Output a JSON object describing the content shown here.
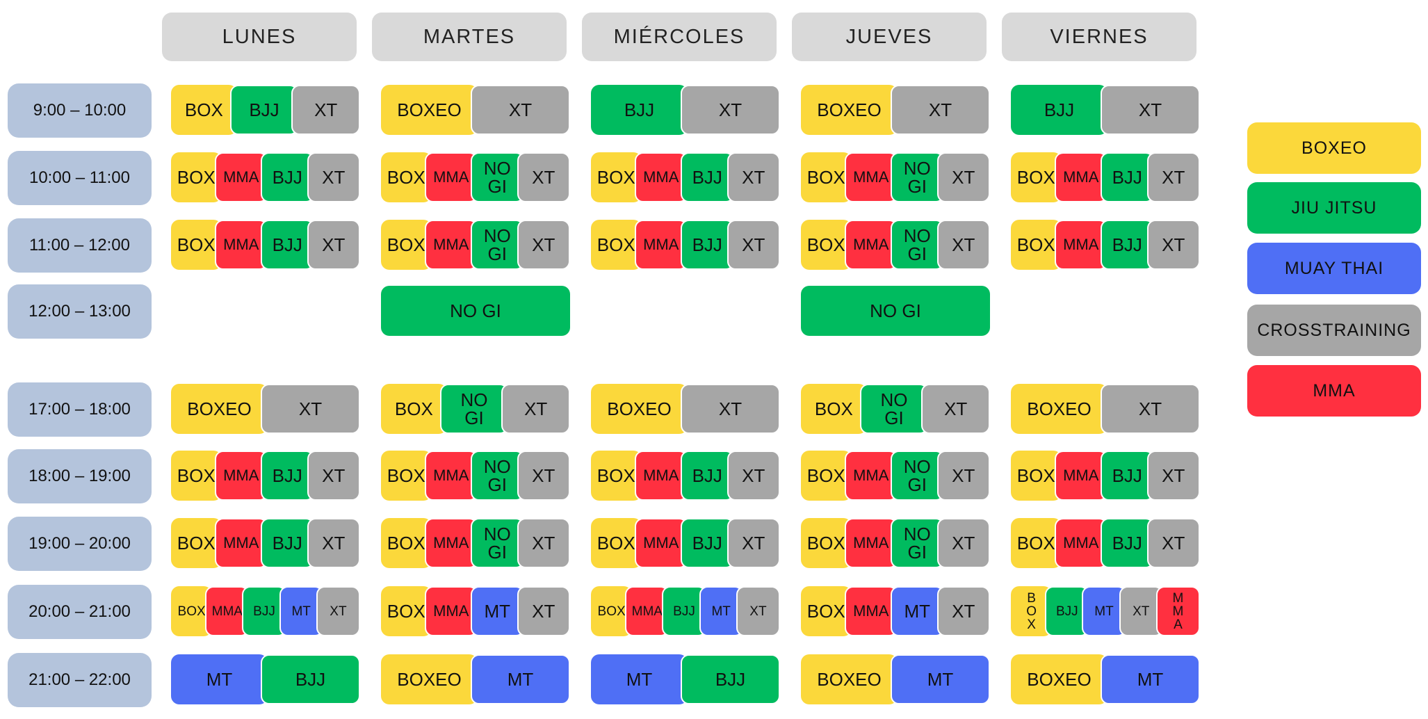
{
  "days": [
    "LUNES",
    "MARTES",
    "MIÉRCOLES",
    "JUEVES",
    "VIERNES"
  ],
  "times": [
    "9:00 – 10:00",
    "10:00 – 11:00",
    "11:00 – 12:00",
    "12:00 – 13:00",
    "17:00 – 18:00",
    "18:00 – 19:00",
    "19:00 – 20:00",
    "20:00 – 21:00",
    "21:00 – 22:00"
  ],
  "colors": {
    "BOX": "#fbd83b",
    "BJJ": "#00bb5f",
    "XT": "#a6a6a6",
    "MMA": "#ff3040",
    "MT": "#4f6ff5"
  },
  "legend": [
    {
      "label": "BOXEO",
      "color": "#fbd83b"
    },
    {
      "label": "JIU JITSU",
      "color": "#00bb5f"
    },
    {
      "label": "MUAY THAI",
      "color": "#4f6ff5"
    },
    {
      "label": "CROSSTRAINING",
      "color": "#a6a6a6"
    },
    {
      "label": "MMA",
      "color": "#ff3040"
    }
  ],
  "schedule": [
    [
      [
        {
          "t": "BOX",
          "c": "BOX"
        },
        {
          "t": "BJJ",
          "c": "BJJ"
        },
        {
          "t": "XT",
          "c": "XT"
        }
      ],
      [
        {
          "t": "BOXEO",
          "c": "BOX"
        },
        {
          "t": "XT",
          "c": "XT"
        }
      ],
      [
        {
          "t": "BJJ",
          "c": "BJJ"
        },
        {
          "t": "XT",
          "c": "XT"
        }
      ],
      [
        {
          "t": "BOXEO",
          "c": "BOX"
        },
        {
          "t": "XT",
          "c": "XT"
        }
      ],
      [
        {
          "t": "BJJ",
          "c": "BJJ"
        },
        {
          "t": "XT",
          "c": "XT"
        }
      ]
    ],
    [
      [
        {
          "t": "BOX",
          "c": "BOX"
        },
        {
          "t": "MMA",
          "c": "MMA"
        },
        {
          "t": "BJJ",
          "c": "BJJ"
        },
        {
          "t": "XT",
          "c": "XT"
        }
      ],
      [
        {
          "t": "BOX",
          "c": "BOX"
        },
        {
          "t": "MMA",
          "c": "MMA"
        },
        {
          "t": "NO\nGI",
          "c": "BJJ"
        },
        {
          "t": "XT",
          "c": "XT"
        }
      ],
      [
        {
          "t": "BOX",
          "c": "BOX"
        },
        {
          "t": "MMA",
          "c": "MMA"
        },
        {
          "t": "BJJ",
          "c": "BJJ"
        },
        {
          "t": "XT",
          "c": "XT"
        }
      ],
      [
        {
          "t": "BOX",
          "c": "BOX"
        },
        {
          "t": "MMA",
          "c": "MMA"
        },
        {
          "t": "NO\nGI",
          "c": "BJJ"
        },
        {
          "t": "XT",
          "c": "XT"
        }
      ],
      [
        {
          "t": "BOX",
          "c": "BOX"
        },
        {
          "t": "MMA",
          "c": "MMA"
        },
        {
          "t": "BJJ",
          "c": "BJJ"
        },
        {
          "t": "XT",
          "c": "XT"
        }
      ]
    ],
    [
      [
        {
          "t": "BOX",
          "c": "BOX"
        },
        {
          "t": "MMA",
          "c": "MMA"
        },
        {
          "t": "BJJ",
          "c": "BJJ"
        },
        {
          "t": "XT",
          "c": "XT"
        }
      ],
      [
        {
          "t": "BOX",
          "c": "BOX"
        },
        {
          "t": "MMA",
          "c": "MMA"
        },
        {
          "t": "NO\nGI",
          "c": "BJJ"
        },
        {
          "t": "XT",
          "c": "XT"
        }
      ],
      [
        {
          "t": "BOX",
          "c": "BOX"
        },
        {
          "t": "MMA",
          "c": "MMA"
        },
        {
          "t": "BJJ",
          "c": "BJJ"
        },
        {
          "t": "XT",
          "c": "XT"
        }
      ],
      [
        {
          "t": "BOX",
          "c": "BOX"
        },
        {
          "t": "MMA",
          "c": "MMA"
        },
        {
          "t": "NO\nGI",
          "c": "BJJ"
        },
        {
          "t": "XT",
          "c": "XT"
        }
      ],
      [
        {
          "t": "BOX",
          "c": "BOX"
        },
        {
          "t": "MMA",
          "c": "MMA"
        },
        {
          "t": "BJJ",
          "c": "BJJ"
        },
        {
          "t": "XT",
          "c": "XT"
        }
      ]
    ],
    [
      [],
      [
        {
          "t": "NO GI",
          "c": "BJJ"
        }
      ],
      [],
      [
        {
          "t": "NO GI",
          "c": "BJJ"
        }
      ],
      []
    ],
    [
      [
        {
          "t": "BOXEO",
          "c": "BOX"
        },
        {
          "t": "XT",
          "c": "XT"
        }
      ],
      [
        {
          "t": "BOX",
          "c": "BOX"
        },
        {
          "t": "NO\nGI",
          "c": "BJJ"
        },
        {
          "t": "XT",
          "c": "XT"
        }
      ],
      [
        {
          "t": "BOXEO",
          "c": "BOX"
        },
        {
          "t": "XT",
          "c": "XT"
        }
      ],
      [
        {
          "t": "BOX",
          "c": "BOX"
        },
        {
          "t": "NO\nGI",
          "c": "BJJ"
        },
        {
          "t": "XT",
          "c": "XT"
        }
      ],
      [
        {
          "t": "BOXEO",
          "c": "BOX"
        },
        {
          "t": "XT",
          "c": "XT"
        }
      ]
    ],
    [
      [
        {
          "t": "BOX",
          "c": "BOX"
        },
        {
          "t": "MMA",
          "c": "MMA"
        },
        {
          "t": "BJJ",
          "c": "BJJ"
        },
        {
          "t": "XT",
          "c": "XT"
        }
      ],
      [
        {
          "t": "BOX",
          "c": "BOX"
        },
        {
          "t": "MMA",
          "c": "MMA"
        },
        {
          "t": "NO\nGI",
          "c": "BJJ"
        },
        {
          "t": "XT",
          "c": "XT"
        }
      ],
      [
        {
          "t": "BOX",
          "c": "BOX"
        },
        {
          "t": "MMA",
          "c": "MMA"
        },
        {
          "t": "BJJ",
          "c": "BJJ"
        },
        {
          "t": "XT",
          "c": "XT"
        }
      ],
      [
        {
          "t": "BOX",
          "c": "BOX"
        },
        {
          "t": "MMA",
          "c": "MMA"
        },
        {
          "t": "NO\nGI",
          "c": "BJJ"
        },
        {
          "t": "XT",
          "c": "XT"
        }
      ],
      [
        {
          "t": "BOX",
          "c": "BOX"
        },
        {
          "t": "MMA",
          "c": "MMA"
        },
        {
          "t": "BJJ",
          "c": "BJJ"
        },
        {
          "t": "XT",
          "c": "XT"
        }
      ]
    ],
    [
      [
        {
          "t": "BOX",
          "c": "BOX"
        },
        {
          "t": "MMA",
          "c": "MMA"
        },
        {
          "t": "BJJ",
          "c": "BJJ"
        },
        {
          "t": "XT",
          "c": "XT"
        }
      ],
      [
        {
          "t": "BOX",
          "c": "BOX"
        },
        {
          "t": "MMA",
          "c": "MMA"
        },
        {
          "t": "NO\nGI",
          "c": "BJJ"
        },
        {
          "t": "XT",
          "c": "XT"
        }
      ],
      [
        {
          "t": "BOX",
          "c": "BOX"
        },
        {
          "t": "MMA",
          "c": "MMA"
        },
        {
          "t": "BJJ",
          "c": "BJJ"
        },
        {
          "t": "XT",
          "c": "XT"
        }
      ],
      [
        {
          "t": "BOX",
          "c": "BOX"
        },
        {
          "t": "MMA",
          "c": "MMA"
        },
        {
          "t": "NO\nGI",
          "c": "BJJ"
        },
        {
          "t": "XT",
          "c": "XT"
        }
      ],
      [
        {
          "t": "BOX",
          "c": "BOX"
        },
        {
          "t": "MMA",
          "c": "MMA"
        },
        {
          "t": "BJJ",
          "c": "BJJ"
        },
        {
          "t": "XT",
          "c": "XT"
        }
      ]
    ],
    [
      [
        {
          "t": "BOX",
          "c": "BOX"
        },
        {
          "t": "MMA",
          "c": "MMA"
        },
        {
          "t": "BJJ",
          "c": "BJJ"
        },
        {
          "t": "MT",
          "c": "MT"
        },
        {
          "t": "XT",
          "c": "XT"
        }
      ],
      [
        {
          "t": "BOX",
          "c": "BOX"
        },
        {
          "t": "MMA",
          "c": "MMA"
        },
        {
          "t": "MT",
          "c": "MT"
        },
        {
          "t": "XT",
          "c": "XT"
        }
      ],
      [
        {
          "t": "BOX",
          "c": "BOX"
        },
        {
          "t": "MMA",
          "c": "MMA"
        },
        {
          "t": "BJJ",
          "c": "BJJ"
        },
        {
          "t": "MT",
          "c": "MT"
        },
        {
          "t": "XT",
          "c": "XT"
        }
      ],
      [
        {
          "t": "BOX",
          "c": "BOX"
        },
        {
          "t": "MMA",
          "c": "MMA"
        },
        {
          "t": "MT",
          "c": "MT"
        },
        {
          "t": "XT",
          "c": "XT"
        }
      ],
      [
        {
          "t": "B\nO\nX",
          "c": "BOX"
        },
        {
          "t": "BJJ",
          "c": "BJJ"
        },
        {
          "t": "MT",
          "c": "MT"
        },
        {
          "t": "XT",
          "c": "XT"
        },
        {
          "t": "M\nM\nA",
          "c": "MMA"
        }
      ]
    ],
    [
      [
        {
          "t": "MT",
          "c": "MT"
        },
        {
          "t": "BJJ",
          "c": "BJJ"
        }
      ],
      [
        {
          "t": "BOXEO",
          "c": "BOX"
        },
        {
          "t": "MT",
          "c": "MT"
        }
      ],
      [
        {
          "t": "MT",
          "c": "MT"
        },
        {
          "t": "BJJ",
          "c": "BJJ"
        }
      ],
      [
        {
          "t": "BOXEO",
          "c": "BOX"
        },
        {
          "t": "MT",
          "c": "MT"
        }
      ],
      [
        {
          "t": "BOXEO",
          "c": "BOX"
        },
        {
          "t": "MT",
          "c": "MT"
        }
      ]
    ]
  ]
}
